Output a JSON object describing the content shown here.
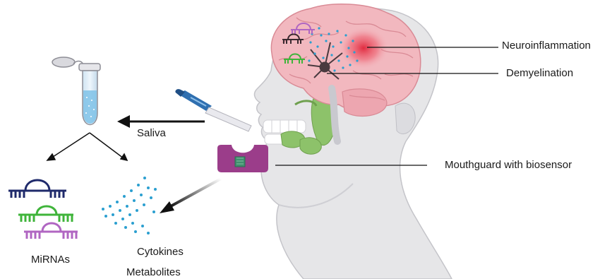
{
  "labels": {
    "neuroinflammation": "Neuroinflammation",
    "demyelination": "Demyelination",
    "mouthguard": "Mouthguard with biosensor",
    "saliva": "Saliva",
    "mirnas": "MiRNAs",
    "cytokines": "Cytokines",
    "metabolites": "Metabolites"
  },
  "colors": {
    "head": "#e6e6e8",
    "head_outline": "#bdbdc2",
    "brain": "#f2b8bf",
    "brain_fold": "#d98a95",
    "inflammation": "#e0253a",
    "salivary_gland": "#8dc26a",
    "mouthguard": "#9b3d8a",
    "chip": "#3f8f6e",
    "mirna_navy": "#1f2a6b",
    "mirna_green": "#3fb43a",
    "mirna_violet": "#b066c2",
    "dots": "#2b9fd0",
    "arrow": "#111111"
  }
}
